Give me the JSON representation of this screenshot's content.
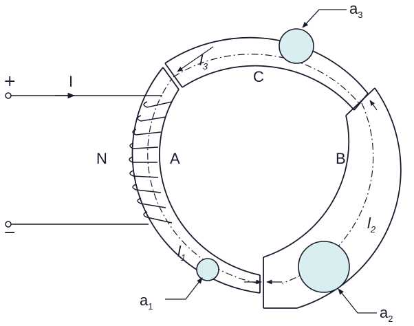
{
  "diagram": {
    "labels": {
      "current": "I",
      "plus": "+",
      "minus": "−",
      "turns": "N",
      "section_a": "A",
      "section_b": "B",
      "section_c": "C",
      "l1": {
        "base": "l",
        "sub": "1"
      },
      "l2": {
        "base": "l",
        "sub": "2"
      },
      "l3": {
        "base": "l",
        "sub": "3"
      },
      "a1": {
        "base": "a",
        "sub": "1"
      },
      "a2": {
        "base": "a",
        "sub": "2"
      },
      "a3": {
        "base": "a",
        "sub": "3"
      }
    },
    "colors": {
      "stroke": "#1b1b2e",
      "cross_section_fill": "#d8eef0"
    },
    "coil_turns_drawn": 9
  }
}
